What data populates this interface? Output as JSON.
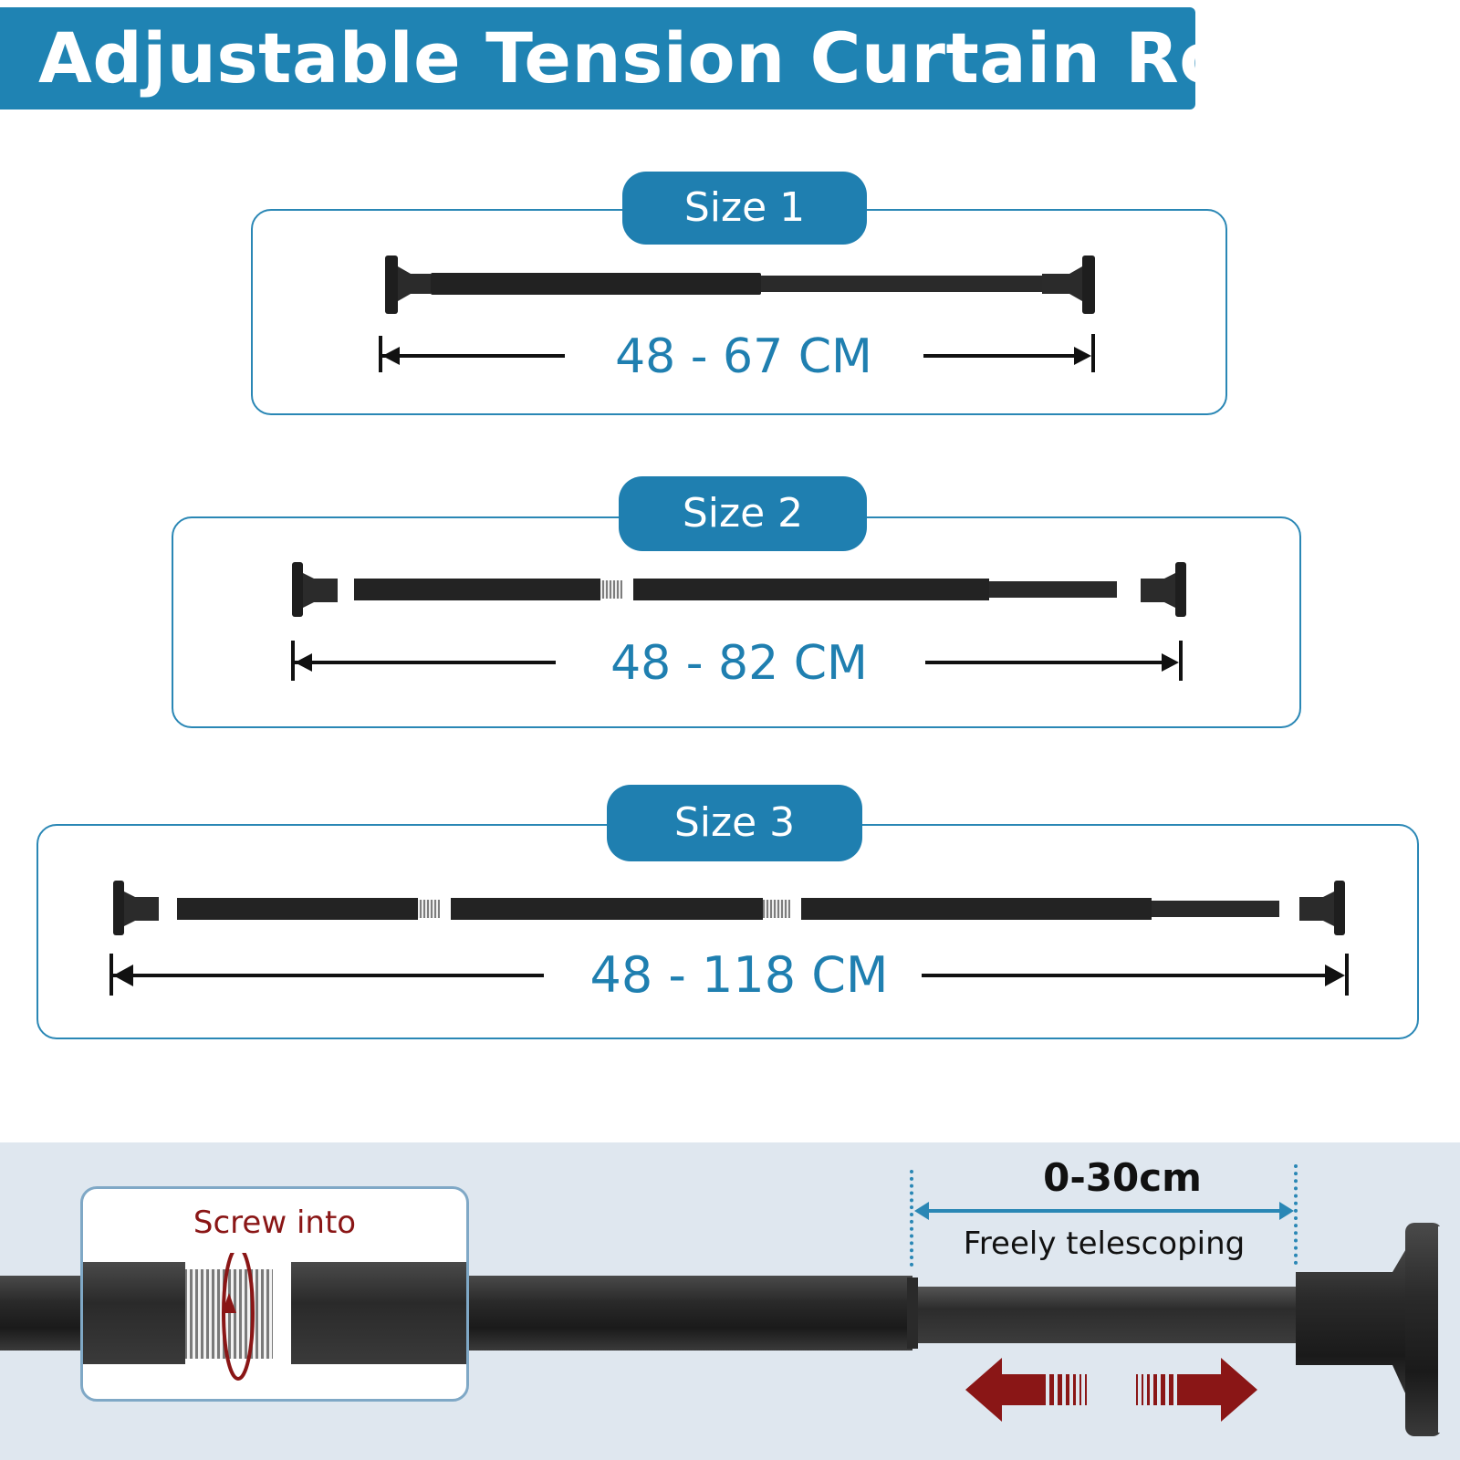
{
  "title": "Adjustable Tension Curtain Rod",
  "sizes": [
    {
      "label": "Size 1",
      "range": "48 - 67 CM"
    },
    {
      "label": "Size 2",
      "range": "48 - 82 CM"
    },
    {
      "label": "Size 3",
      "range": "48 - 118 CM"
    }
  ],
  "detail": {
    "screw_label": "Screw into",
    "telescoping_range": "0-30cm",
    "telescoping_label": "Freely telescoping"
  },
  "colors": {
    "accent": "#1f83b3",
    "rod": "#1e1e1e",
    "arrow": "#8a1616",
    "panel_bg": "#dfe7ef"
  },
  "icons": [
    "end-cap-icon",
    "threaded-joint-icon",
    "rotate-arrow-icon",
    "double-arrow-icon",
    "left-arrow-icon",
    "right-arrow-icon"
  ]
}
